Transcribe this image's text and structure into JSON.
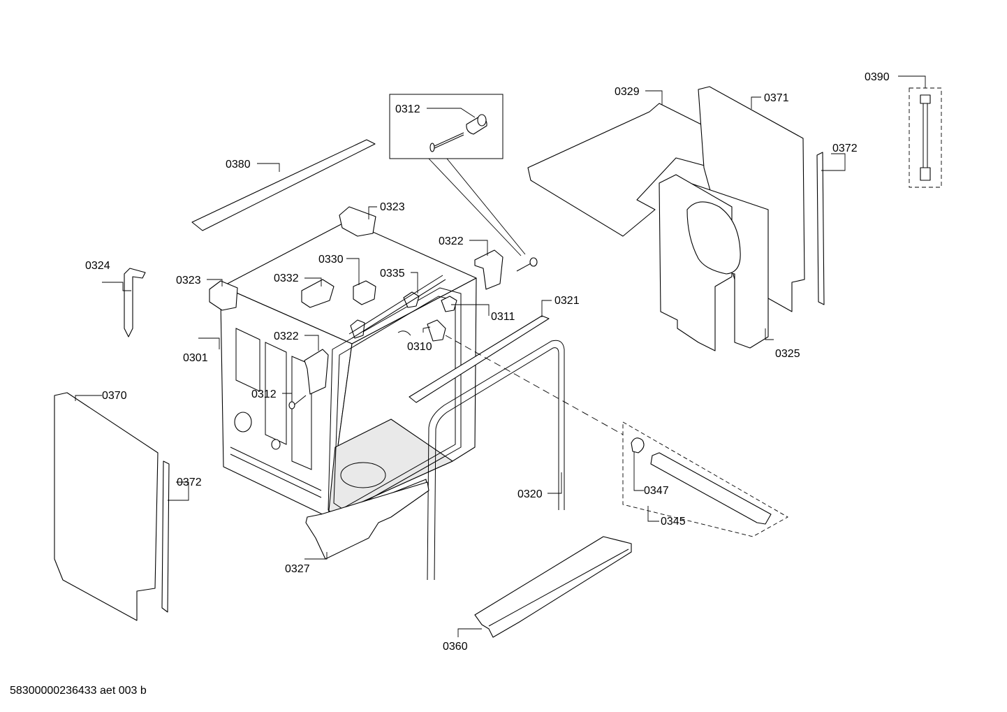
{
  "labels": {
    "p0390": "0390",
    "p0312_detail": "0312",
    "p0329": "0329",
    "p0371": "0371",
    "p0372_right": "0372",
    "p0380": "0380",
    "p0323_top": "0323",
    "p0322_top": "0322",
    "p0324": "0324",
    "p0330": "0330",
    "p0323_left": "0323",
    "p0332": "0332",
    "p0335": "0335",
    "p0321": "0321",
    "p0311": "0311",
    "p0310": "0310",
    "p0322_mid": "0322",
    "p0301": "0301",
    "p0325": "0325",
    "p0370": "0370",
    "p0312_mid": "0312",
    "p0372_left": "0372",
    "p0347": "0347",
    "p0320": "0320",
    "p0345": "0345",
    "p0327": "0327",
    "p0360": "0360"
  },
  "footer": {
    "code": "58300000236433 aet 003 b"
  }
}
